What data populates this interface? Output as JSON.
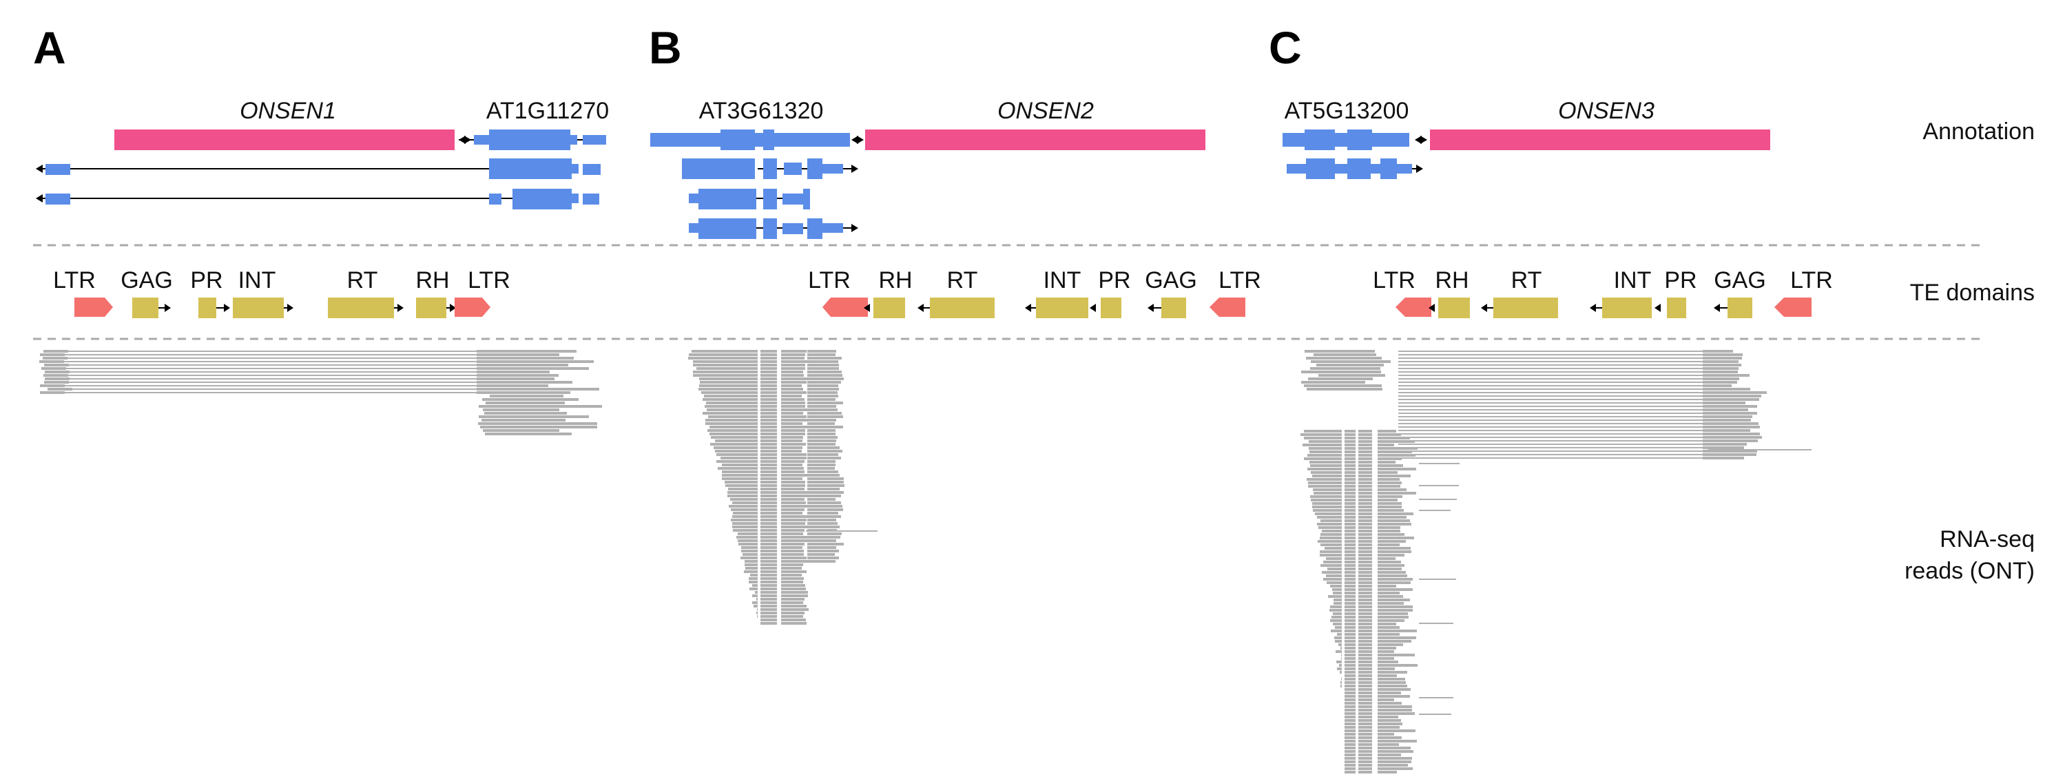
{
  "colors": {
    "te_annotation": "#f0508c",
    "gene": "#5b8de8",
    "ltr": "#f4706d",
    "domain": "#d4c155",
    "reads": "#b0b0b0",
    "divider": "#aaaaaa"
  },
  "row_labels": {
    "annotation": "Annotation",
    "te_domains": "TE domains",
    "reads_line1": "RNA-seq",
    "reads_line2": "reads (ONT)"
  },
  "panels": [
    {
      "letter": "A",
      "te_name": "ONSEN1",
      "gene_name": "AT1G11270",
      "strand": "forward",
      "domains": [
        "LTR",
        "GAG",
        "PR",
        "INT",
        "RT",
        "RH",
        "LTR"
      ]
    },
    {
      "letter": "B",
      "te_name": "ONSEN2",
      "gene_name": "AT3G61320",
      "strand": "reverse",
      "domains": [
        "LTR",
        "RH",
        "RT",
        "INT",
        "PR",
        "GAG",
        "LTR"
      ]
    },
    {
      "letter": "C",
      "te_name": "ONSEN3",
      "gene_name": "AT5G13200",
      "strand": "reverse",
      "domains": [
        "LTR",
        "RH",
        "RT",
        "INT",
        "PR",
        "GAG",
        "LTR"
      ]
    }
  ]
}
